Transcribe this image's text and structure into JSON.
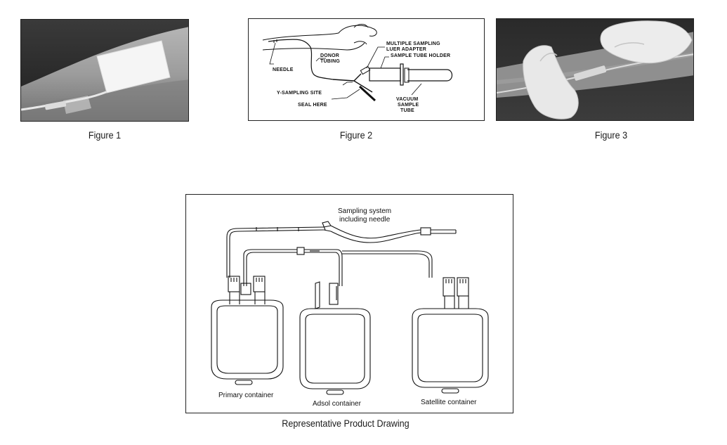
{
  "figures": [
    {
      "caption": "Figure 1",
      "kind": "photo",
      "subject": "forearm-with-taped-needle-and-gauze"
    },
    {
      "caption": "Figure 2",
      "kind": "line-drawing"
    },
    {
      "caption": "Figure 3",
      "kind": "photo",
      "subject": "gloved-hands-sampling-from-tubing"
    }
  ],
  "figure2_labels": {
    "needle": "NEEDLE",
    "donor_tubing_line1": "DONOR",
    "donor_tubing_line2": "TUBING",
    "y_sampling_site": "Y-SAMPLING SITE",
    "seal_here": "SEAL HERE",
    "luer_line1": "MULTIPLE SAMPLING",
    "luer_line2": "LUER ADAPTER",
    "sample_tube_holder": "SAMPLE TUBE HOLDER",
    "vacuum_line1": "VACUUM",
    "vacuum_line2": "SAMPLE",
    "vacuum_line3": "TUBE"
  },
  "product_drawing": {
    "caption": "Representative Product Drawing",
    "sampling_line1": "Sampling system",
    "sampling_line2": "including needle",
    "primary": "Primary container",
    "adsol": "Adsol container",
    "satellite": "Satellite container"
  },
  "colors": {
    "ink": "#111111",
    "photo_dark": "#2b2b2b",
    "photo_mid": "#8a8a8a",
    "glove": "#e6e6e6"
  }
}
